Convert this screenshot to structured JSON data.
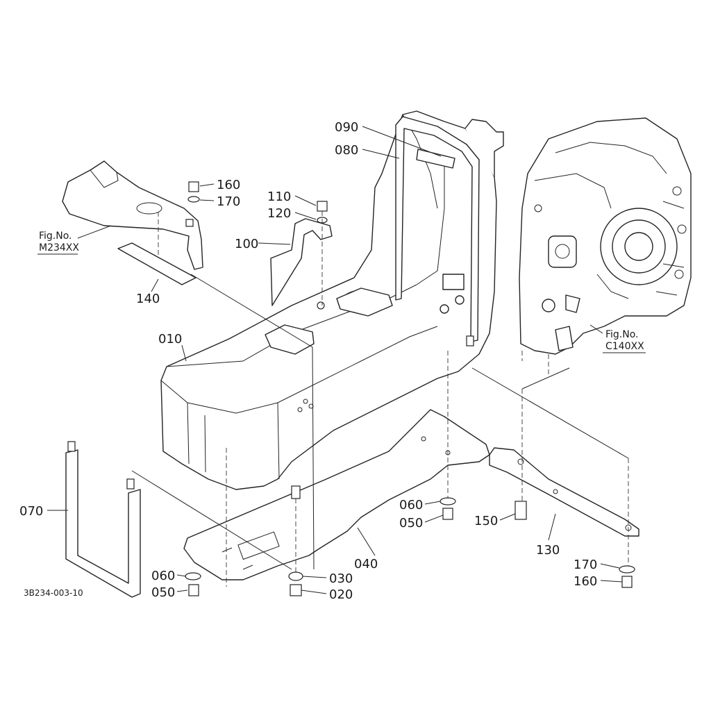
{
  "drawing_code": "3B234-003-10",
  "fig_refs": {
    "left": {
      "line1": "Fig.No.",
      "line2": "M234XX"
    },
    "right": {
      "line1": "Fig.No.",
      "line2": "C140XX"
    }
  },
  "parts": {
    "p010": "010",
    "p020": "020",
    "p030": "030",
    "p040": "040",
    "p050a": "050",
    "p050b": "050",
    "p060a": "060",
    "p060b": "060",
    "p070": "070",
    "p080": "080",
    "p090": "090",
    "p100": "100",
    "p110": "110",
    "p120": "120",
    "p130": "130",
    "p140": "140",
    "p150": "150",
    "p160a": "160",
    "p160b": "160",
    "p170a": "170",
    "p170b": "170"
  }
}
